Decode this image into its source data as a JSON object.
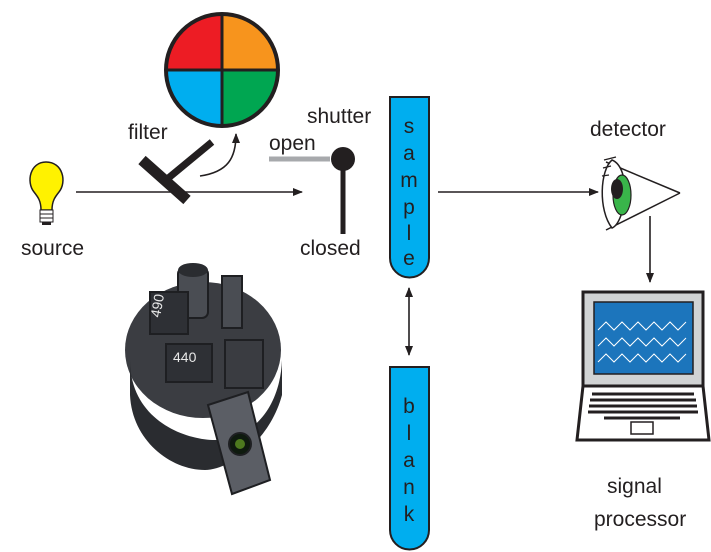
{
  "labels": {
    "source": "source",
    "filter": "filter",
    "shutter": "shutter",
    "open": "open",
    "closed": "closed",
    "detector": "detector",
    "signal": "signal",
    "processor": "processor"
  },
  "sample_letters": [
    "s",
    "a",
    "m",
    "p",
    "l",
    "e"
  ],
  "blank_letters": [
    "b",
    "l",
    "a",
    "n",
    "k"
  ],
  "filter_wheel_labels": [
    "490",
    "440"
  ],
  "filter_colors": {
    "red": "#ed1c24",
    "orange": "#f7941d",
    "blue": "#00aeef",
    "green": "#00a651"
  },
  "colors": {
    "tube": "#00aeef",
    "bulb": "#fff200",
    "eye_iris": "#39b54a",
    "screen": "#1c75bc"
  }
}
